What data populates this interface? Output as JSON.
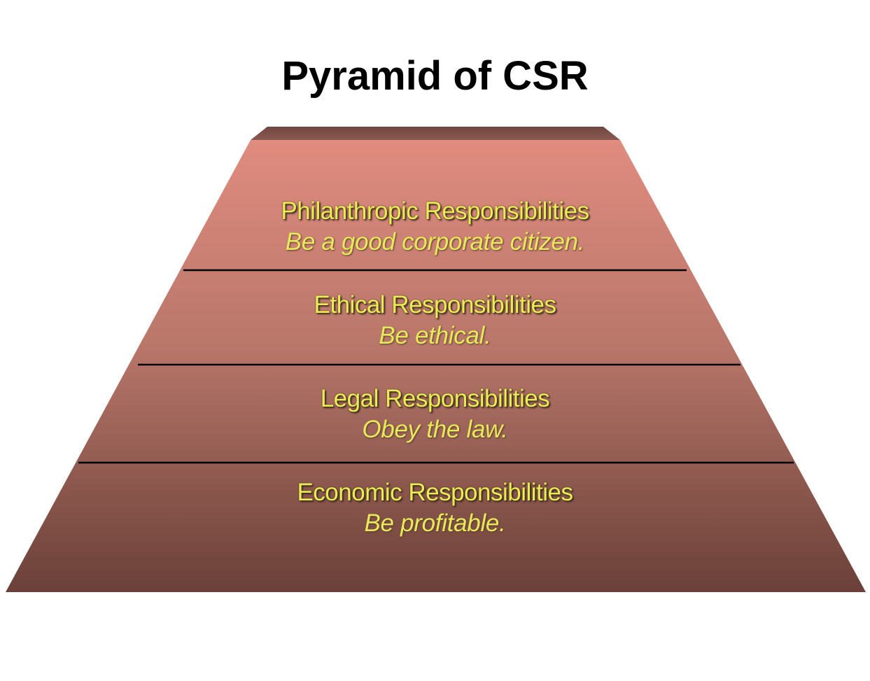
{
  "title": "Pyramid of CSR",
  "colors": {
    "top_cap": "#7a4d44",
    "pyramid_top": "#de8b7e",
    "pyramid_bottom": "#6a4038",
    "divider": "#000000",
    "label_text": "#e9ec55"
  },
  "tiers": [
    {
      "heading": "Philanthropic Responsibilities",
      "motto": "Be a good corporate citizen."
    },
    {
      "heading": "Ethical Responsibilities",
      "motto": "Be ethical."
    },
    {
      "heading": "Legal Responsibilities",
      "motto": "Obey the law."
    },
    {
      "heading": "Economic Responsibilities",
      "motto": "Be profitable."
    }
  ]
}
